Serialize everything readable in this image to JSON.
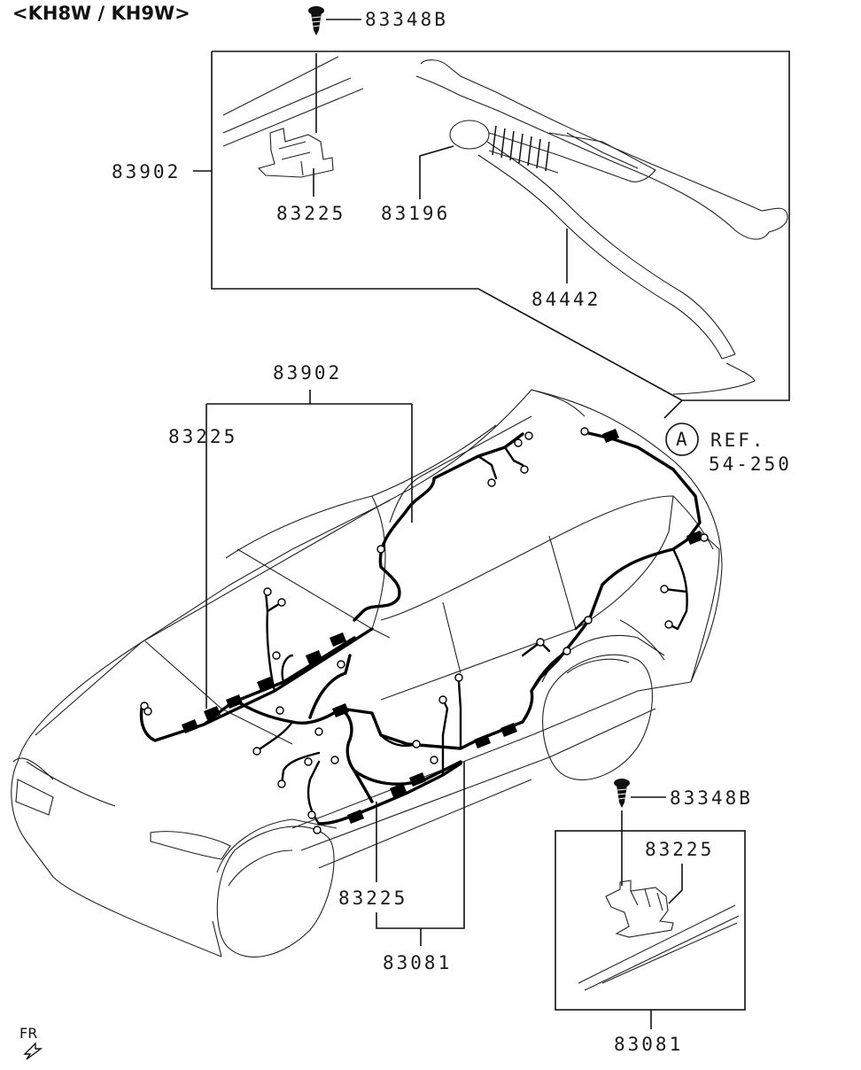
{
  "title": "<KH8W / KH9W>",
  "labels": {
    "top_screw": "83348B",
    "inset_harness": "83902",
    "inset_clip": "83225",
    "inset_grommet": "83196",
    "inset_tube": "84442",
    "main_harness_upper": "83902",
    "main_clip_upper": "83225",
    "ref_circle": "A",
    "ref_line1": "REF.",
    "ref_line2": "54-250",
    "bottom_screw": "83348B",
    "bottom_inset_clip": "83225",
    "main_clip_lower": "83225",
    "main_harness_lower": "83081",
    "bottom_inset_harness": "83081"
  },
  "front_indicator": "FR"
}
